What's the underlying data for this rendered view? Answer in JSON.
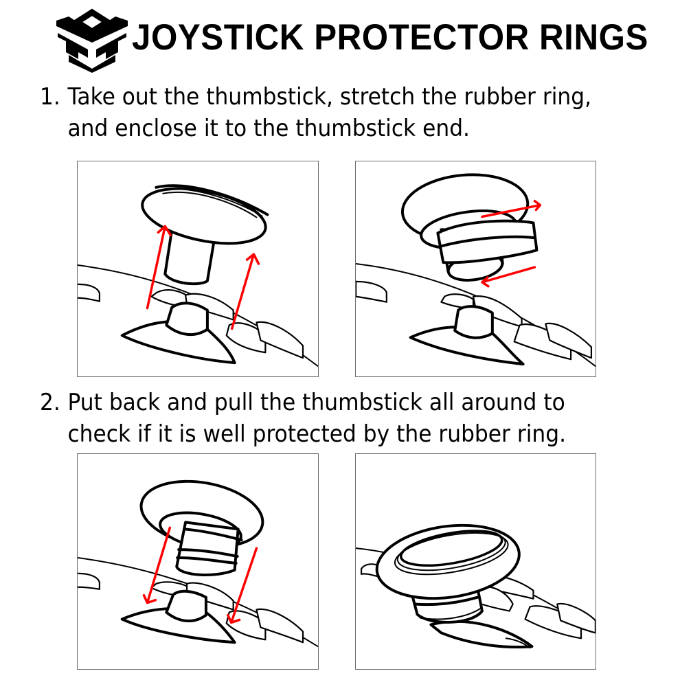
{
  "header": {
    "logo_icon": "hexagon-cube-logo-icon",
    "title": "JOYSTICK PROTECTOR RINGS"
  },
  "steps": [
    {
      "number": "1.",
      "line1": "Take out the thumbstick, stretch the rubber ring,",
      "line2": "and enclose it to the thumbstick end."
    },
    {
      "number": "2.",
      "line1": "Put back and pull the thumbstick all around to",
      "line2": "check if  it is well protected by the rubber ring."
    }
  ],
  "illustrations": [
    {
      "id": "remove-thumbstick",
      "description": "Thumbstick lifted off controller stem, red arrows pointing up"
    },
    {
      "id": "stretch-ring",
      "description": "Rubber ring stretched around thumbstick end, red arrows left and right"
    },
    {
      "id": "put-back-thumbstick",
      "description": "Thumbstick with ring pushed back onto stem, red arrows pointing down"
    },
    {
      "id": "installed-thumbstick",
      "description": "Thumbstick installed on controller with protector ring"
    }
  ],
  "colors": {
    "arrow": "#ff0000",
    "ink": "#000000",
    "panel_border": "#6b6b6b",
    "background": "#ffffff"
  }
}
